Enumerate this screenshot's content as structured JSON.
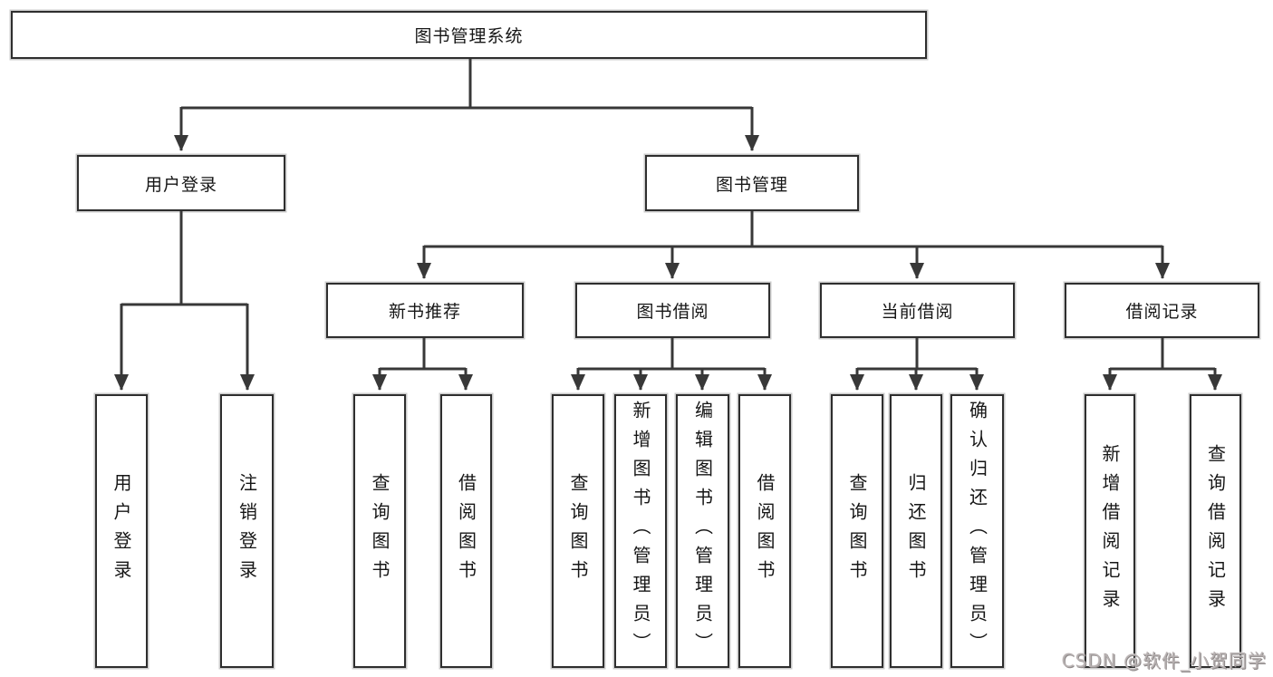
{
  "page": {
    "background": "#ffffff",
    "line_color": "#383838",
    "watermark": {
      "text": "CSDN @软件_小贺同学",
      "color": "#b7b1b1"
    }
  },
  "tree": {
    "root": {
      "label": "图书管理系统"
    },
    "level2": [
      {
        "label": "用户登录"
      },
      {
        "label": "图书管理"
      }
    ],
    "user_children": [
      {
        "label": "用户登录"
      },
      {
        "label": "注销登录"
      }
    ],
    "level3": [
      {
        "label": "新书推荐"
      },
      {
        "label": "图书借阅"
      },
      {
        "label": "当前借阅"
      },
      {
        "label": "借阅记录"
      }
    ],
    "newbook_children": [
      {
        "label": "查询图书"
      },
      {
        "label": "借阅图书"
      }
    ],
    "borrow_children": [
      {
        "label": "查询图书"
      },
      {
        "label": "新增图书（管理员）"
      },
      {
        "label": "编辑图书（管理员）"
      },
      {
        "label": "借阅图书"
      }
    ],
    "current_children": [
      {
        "label": "查询图书"
      },
      {
        "label": "归还图书"
      },
      {
        "label": "确认归还（管理员）"
      }
    ],
    "record_children": [
      {
        "label": "新增借阅记录"
      },
      {
        "label": "查询借阅记录"
      }
    ]
  }
}
